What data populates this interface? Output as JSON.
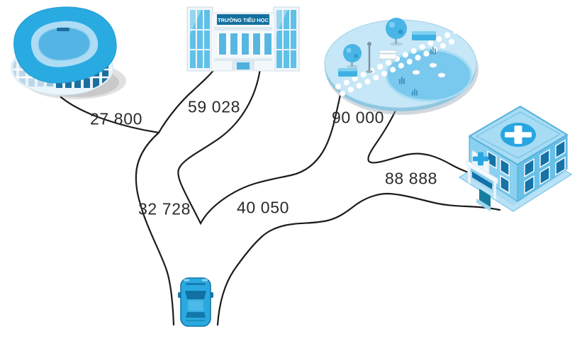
{
  "colors": {
    "background": "#ffffff",
    "road": "#1c1c1c",
    "label_text": "#2a2a2a",
    "building_blue": "#29abe2",
    "building_light_blue": "#a8dcf4",
    "building_dark_blue": "#1573a8"
  },
  "school": {
    "sign_text": "TRƯỜNG TIỂU HỌC"
  },
  "distance_labels": [
    {
      "id": "stadium-branch",
      "value": "27 800"
    },
    {
      "id": "school-branch",
      "value": "59 028"
    },
    {
      "id": "car-left-road",
      "value": "32 728"
    },
    {
      "id": "middle-road",
      "value": "40 050"
    },
    {
      "id": "park-branch",
      "value": "90 000"
    },
    {
      "id": "hospital-road",
      "value": "88 888"
    }
  ],
  "illustrations": [
    "stadium",
    "primary-school",
    "park",
    "hospital",
    "car"
  ]
}
